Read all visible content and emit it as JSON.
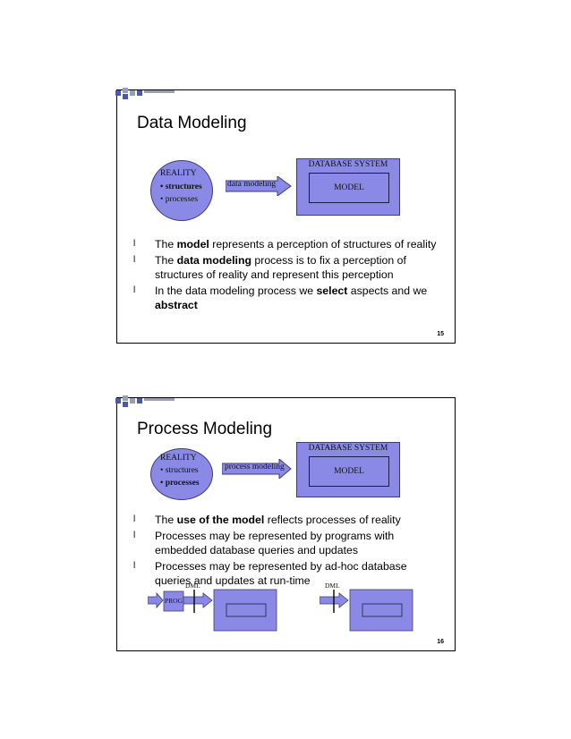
{
  "slides": [
    {
      "title": "Data Modeling",
      "reality": {
        "title": "REALITY",
        "item1": "• structures",
        "item2": "• processes",
        "bold_item": 1
      },
      "arrow_label": "data modeling",
      "db": {
        "header": "DATABASE SYSTEM",
        "model": "MODEL"
      },
      "bullets": [
        {
          "marker": "l",
          "parts": [
            "The ",
            "model",
            " represents a perception of structures of reality"
          ]
        },
        {
          "marker": "l",
          "parts": [
            "The ",
            "data modeling",
            " process is to fix a perception of structures of reality and represent this perception"
          ]
        },
        {
          "marker": "l",
          "parts": [
            "In the data modeling process we ",
            "select",
            " aspects and we ",
            "abstract",
            ""
          ]
        }
      ],
      "page_number": "15"
    },
    {
      "title": "Process Modeling",
      "reality": {
        "title": "REALITY",
        "item1": "• structures",
        "item2": "• processes",
        "bold_item": 2
      },
      "arrow_label": "process modeling",
      "db": {
        "header": "DATABASE SYSTEM",
        "model": "MODEL"
      },
      "bullets": [
        {
          "marker": "l",
          "parts": [
            "The ",
            "use of the model",
            " reflects processes of reality"
          ]
        },
        {
          "marker": "l",
          "parts": [
            "Processes may be represented by programs with embedded database queries and updates"
          ]
        },
        {
          "marker": "l",
          "parts": [
            "Processes may be represented by ad-hoc database queries and updates at run-time"
          ]
        }
      ],
      "diagram": {
        "dml_left": "DML",
        "prog": "PROG",
        "dml_right": "DML"
      },
      "page_number": "16"
    }
  ],
  "colors": {
    "fill": "#8a8ae6",
    "deco_blue": "#4a5aa8",
    "deco_gray": "#9aa0b4"
  }
}
